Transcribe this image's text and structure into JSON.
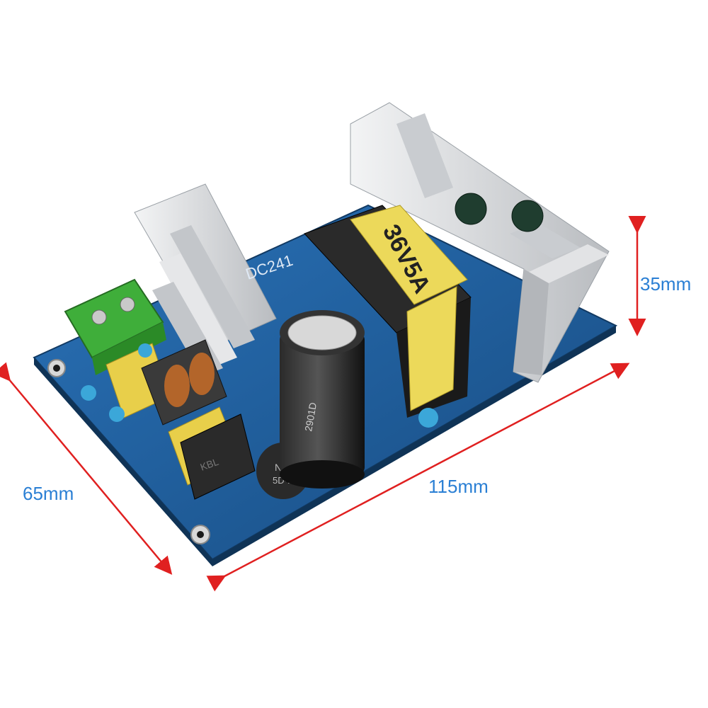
{
  "dimensions": {
    "width": "115mm",
    "depth": "65mm",
    "height": "35mm"
  },
  "board": {
    "transformer_label": "36V5A",
    "silkscreen_model": "DC241",
    "ntc_label_line1": "NTC",
    "ntc_label_line2": "5D-11",
    "capacitor_text": "2901D",
    "bridge_label": "KBL"
  },
  "colors": {
    "dimension_arrow": "#e02020",
    "dimension_text": "#2a7fd4",
    "pcb": "#1f5f9e",
    "transformer_tape": "#ecd95a",
    "terminal_block": "#3fae3a",
    "heatsink": "#d9dbde"
  }
}
